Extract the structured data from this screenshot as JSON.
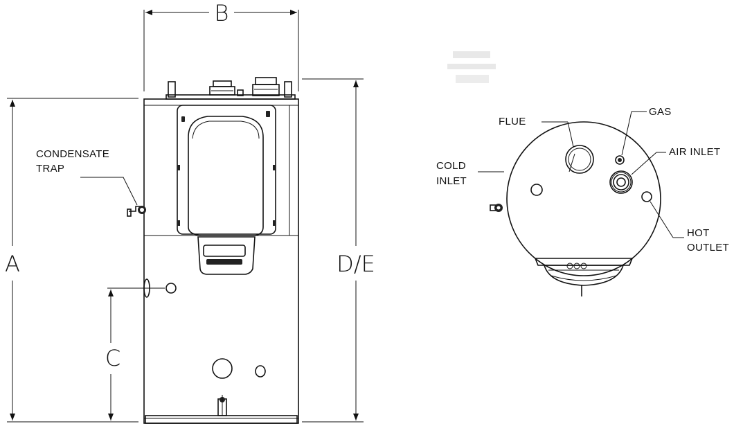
{
  "dimensions": {
    "a": "A",
    "b": "B",
    "c": "C",
    "de": "D/E"
  },
  "labels": {
    "condensate_trap": [
      "CONDENSATE",
      "TRAP"
    ],
    "flue": "FLUE",
    "gas": "GAS",
    "air_inlet": "AIR INLET",
    "cold_inlet": [
      "COLD",
      "INLET"
    ],
    "hot_outlet": [
      "HOT",
      "OUTLET"
    ]
  },
  "colors": {
    "line": "#111111",
    "background": "#ffffff"
  }
}
